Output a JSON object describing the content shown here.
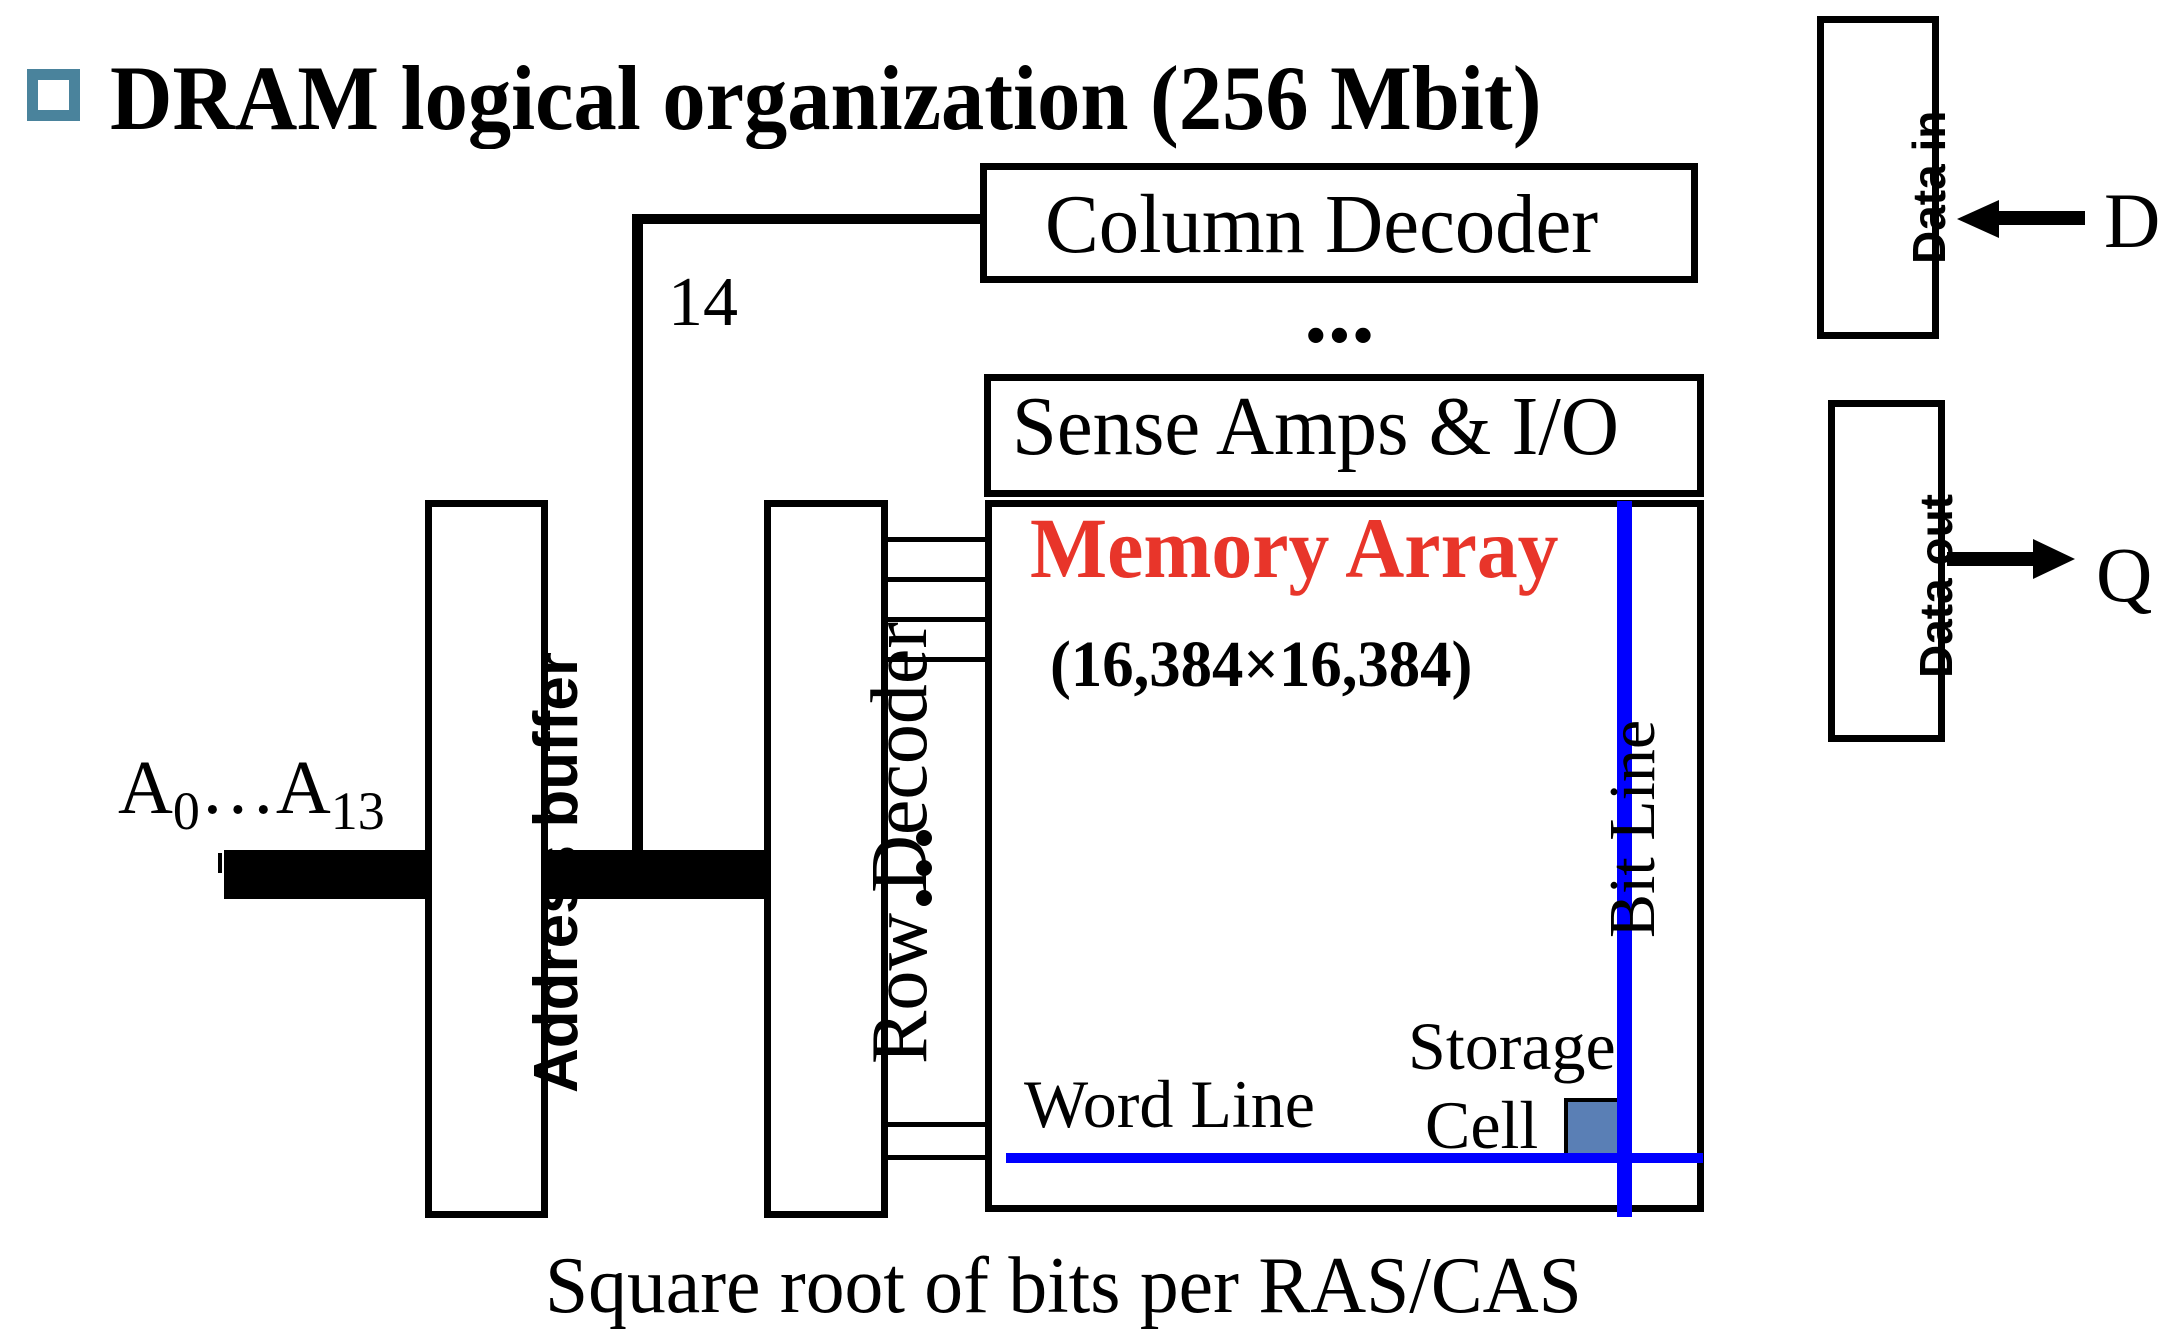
{
  "slide": {
    "bullet_icon": "hollow-square-bullet",
    "title": "DRAM logical organization (256 Mbit)",
    "caption": "Square root of bits per RAS/CAS"
  },
  "colors": {
    "bullet": "#4A839C",
    "memory_array_title": "#E8352A",
    "bit_word_lines": "#0000FF",
    "storage_cell": "#5A7FB5"
  },
  "blocks": {
    "column_decoder": "Column Decoder",
    "column_ellipsis": "•••",
    "sense_amps": "Sense Amps & I/O",
    "memory_array": {
      "title": "Memory Array",
      "dimensions": "(16,384×16,384)",
      "bit_line": "Bit Line",
      "word_line": "Word Line",
      "storage_cell_line1": "Storage",
      "storage_cell_line2": "Cell"
    },
    "row_decoder": "Row Decoder",
    "address_buffer": "Address buffer",
    "data_in": "Data in",
    "data_out": "Data out"
  },
  "signals": {
    "address_prefix": "A",
    "address_low_index": "0",
    "address_ellipsis": "…",
    "address_high_index": "13",
    "column_bus_width": "14",
    "data_input": "D",
    "data_output": "Q"
  }
}
